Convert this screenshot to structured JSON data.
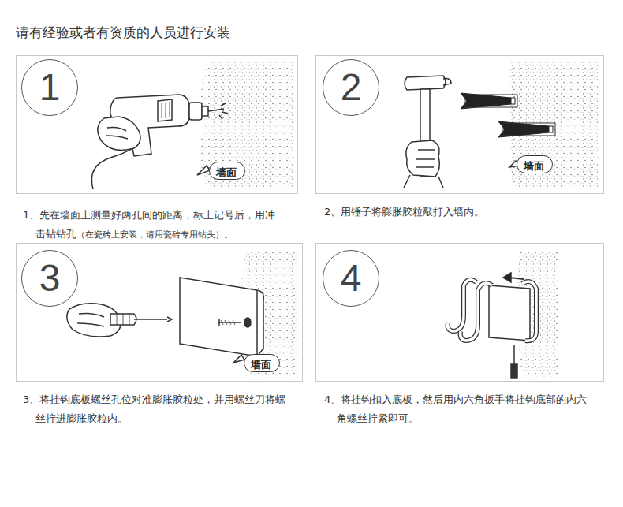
{
  "diagram": {
    "title": "请有经验或者有资质的人员进行安装",
    "nodes": [
      {
        "text": [
          "1、先在墙面上测量好两孔间的距离，标上记号后，用冲击钻钻孔",
          "（在瓷砖上安装，请用瓷砖专用钻头）。"
        ]
      },
      {
        "text": [
          "1"
        ],
        "in": 0
      },
      {
        "text": [
          "墙面"
        ],
        "in": 0
      },
      {
        "text": [
          "2、用锤子将膨胀胶粒敲打入墙内。"
        ]
      },
      {
        "text": [
          "2"
        ],
        "in": 3
      },
      {
        "text": [
          "墙面"
        ],
        "in": 3
      },
      {
        "text": [
          "3、将挂钩底板螺丝孔位对准膨胀胶粒处，并用螺丝刀将螺丝拧进膨胀胶粒内。"
        ]
      },
      {
        "text": [
          "3"
        ],
        "in": 6
      },
      {
        "text": [
          "墙面"
        ],
        "in": 6
      },
      {
        "text": [
          "4、将挂钩扣入底板，然后用内六角扳手将挂钩底部的内六角螺丝拧紧即可。"
        ]
      },
      {
        "text": [
          "4"
        ],
        "in": 9
      }
    ]
  }
}
